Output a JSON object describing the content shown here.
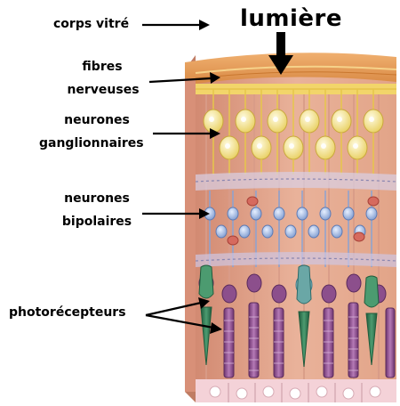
{
  "diagram": {
    "title": "lumière",
    "labels": {
      "corps_vitre": "corps vitré",
      "fibres_line1": "fibres",
      "fibres_line2": "nerveuses",
      "ganglion_line1": "neurones",
      "ganglion_line2": "ganglionnaires",
      "bipolaires_line1": "neurones",
      "bipolaires_line2": "bipolaires",
      "photorecepteurs": "photorécepteurs"
    },
    "colors": {
      "tissue_pink": "#e7a88d",
      "tissue_side": "#c9826a",
      "fiber_yellow": "#e8c94a",
      "ganglion_cell": "#f4e38a",
      "bipolar_cell": "#9fb7de",
      "rod": "#8c4f8c",
      "cone": "#2f7a55",
      "arrow": "#000000"
    }
  }
}
